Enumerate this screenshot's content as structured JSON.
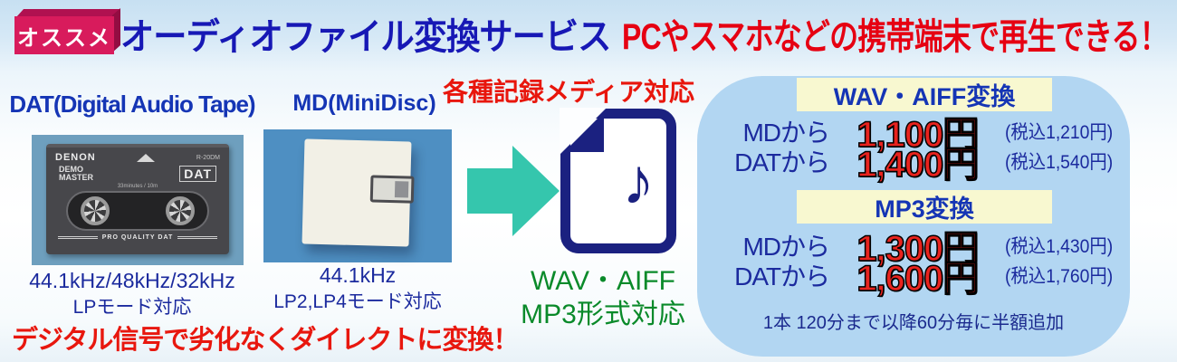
{
  "badge": {
    "label": "オススメ"
  },
  "header": {
    "title_blue": "オーディオファイル変換サービス",
    "title_red": "PCやスマホなどの携帯端末で再生できる！"
  },
  "dat": {
    "heading": "DAT(Digital Audio Tape)",
    "spec1": "44.1kHz/48kHz/32kHz",
    "spec2": "LPモード対応",
    "photo": {
      "brand": "DENON",
      "model": "R-20DM",
      "label_line1": "DEMO",
      "label_line2": "MASTER",
      "logo": "DAT",
      "duration": "33minutes / 10m",
      "footer": "PRO QUALITY DAT"
    }
  },
  "md": {
    "heading": "MD(MiniDisc)",
    "spec1": "44.1kHz",
    "spec2": "LP2,LP4モード対応"
  },
  "middle": {
    "media_note": "各種記録メディア対応",
    "format_line1": "WAV・AIFF",
    "format_line2": "MP3形式対応",
    "music_note_glyph": "♪"
  },
  "bottom_note": "デジタル信号で劣化なくダイレクトに変換！",
  "panel": {
    "sections": [
      {
        "title": "WAV・AIFF変換",
        "rows": [
          {
            "from": "MDから",
            "price": "1,100円",
            "tax": "(税込1,210円)"
          },
          {
            "from": "DATから",
            "price": "1,400円",
            "tax": "(税込1,540円)"
          }
        ]
      },
      {
        "title": "MP3変換",
        "rows": [
          {
            "from": "MDから",
            "price": "1,300円",
            "tax": "(税込1,430円)"
          },
          {
            "from": "DATから",
            "price": "1,600円",
            "tax": "(税込1,760円)"
          }
        ]
      }
    ],
    "note": "1本 120分まで以降60分毎に半額追加"
  },
  "colors": {
    "badge_bg": "#d81b5c",
    "title_blue": "#1718b5",
    "title_red": "#e60012",
    "accent_red": "#e8160c",
    "green_text": "#0a8a2a",
    "teal_arrow": "#35c6ad",
    "file_navy": "#1b2180",
    "panel_bg": "#b2d6f2",
    "band_bg": "#f8f8d0",
    "price_red": "#e8231e",
    "spec_blue": "#1b2a9e"
  }
}
